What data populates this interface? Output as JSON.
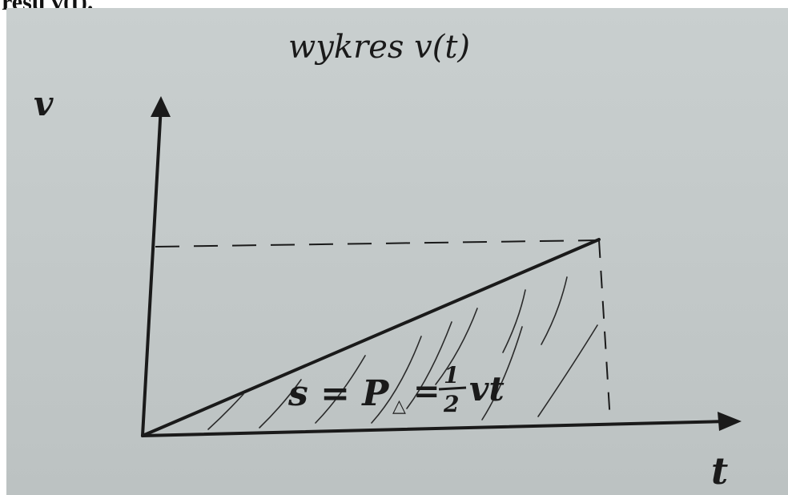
{
  "header_text": "resu v(t).",
  "diagram": {
    "title": "wykres v(t)",
    "y_axis_label": "v",
    "x_axis_label": "t",
    "formula": {
      "lhs": "s = P",
      "subscript": "△",
      "equals": "=",
      "fraction_num": "1",
      "fraction_den": "2",
      "rhs": "vt"
    }
  },
  "colors": {
    "ink": "#1a1a1a",
    "paper": "#c6cccc"
  }
}
